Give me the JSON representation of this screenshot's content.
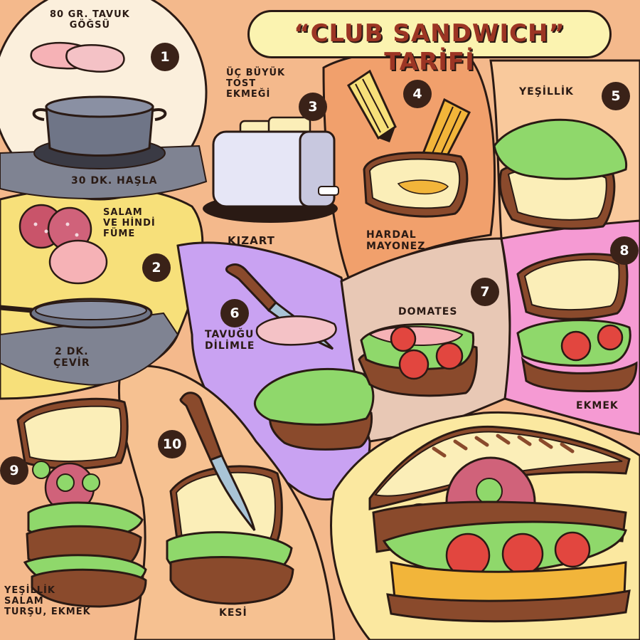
{
  "title": "“CLUB SANDWICH” TARİFİ",
  "steps": [
    {
      "number": "1",
      "label_top": "80 GR. TAVUK\nGÖĞSÜ",
      "label_bottom": "30 DK. HAŞLA"
    },
    {
      "number": "2",
      "label_top": "SALAM\nVE HİNDİ\nFÜME",
      "label_bottom": "2 DK.\nÇEVİR"
    },
    {
      "number": "3",
      "label_top": "ÜÇ BÜYÜK\nTOST\nEKMEĞİ",
      "label_bottom": "KIZART"
    },
    {
      "number": "4",
      "label_bottom": "HARDAL\nMAYONEZ"
    },
    {
      "number": "5",
      "label_top": "YEŞİLLİK"
    },
    {
      "number": "6",
      "label_top": "TAVUĞU\nDİLİMLE"
    },
    {
      "number": "7",
      "label_top": "DOMATES"
    },
    {
      "number": "8",
      "label_bottom": "EKMEK"
    },
    {
      "number": "9",
      "label_bottom": "YEŞİLLİK\nSALAM\nTURŞU, EKMEK"
    },
    {
      "number": "10",
      "label_bottom": "KESİ"
    }
  ],
  "palette": {
    "ink": "#2a1a14",
    "cream": "#fbefdc",
    "yellow": "#f7e07a",
    "orange": "#f1a06c",
    "lilac": "#c9a2f2",
    "pink": "#f59ad3",
    "taupe": "#e8c8b5",
    "bread": "#fbeeb8",
    "crust": "#8a4a2c",
    "lettuce": "#8fd86b",
    "tomato": "#e2463f",
    "ham": "#f6b2b6",
    "pan": "#6f7587"
  },
  "icons": [
    "chicken-breast",
    "pot",
    "stove-flame",
    "salami",
    "frying-pan",
    "toaster",
    "mustard-bottle",
    "mayonnaise-bottle",
    "knife",
    "sandwich"
  ]
}
